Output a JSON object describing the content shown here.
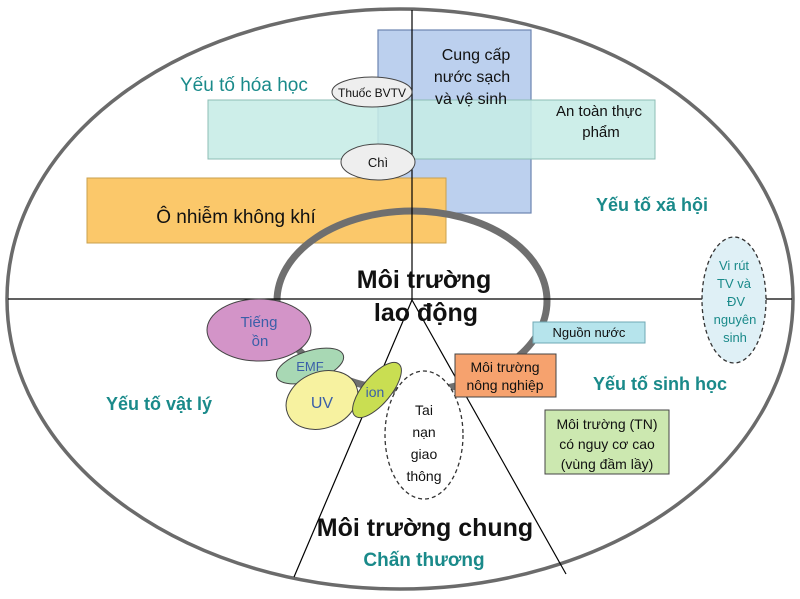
{
  "center": {
    "line1": "Môi trường",
    "line2": "lao động"
  },
  "general_env": "Môi trường chung",
  "injury": "Chấn thương",
  "quadrants": {
    "chemical": "Yếu tố hóa học",
    "social": "Yếu tố xã hội",
    "physical": "Yếu tố vật lý",
    "biological": "Yếu tố sinh học"
  },
  "boxes": {
    "water_supply": [
      "Cung cấp",
      "nước sạch",
      "và vệ sinh"
    ],
    "food_safety": [
      "An toàn thực",
      "phẩm"
    ],
    "air_pollution": "Ô nhiễm không khí",
    "water_source": "Nguồn nước",
    "agri_env": [
      "Môi trường",
      "nông nghiệp"
    ],
    "high_risk_env": [
      "Môi trường (TN)",
      "có nguy cơ cao",
      "(vùng đầm lầy)"
    ]
  },
  "ovals": {
    "pesticide": "Thuốc BVTV",
    "lead": "Chì",
    "noise": [
      "Tiếng",
      "ồn"
    ],
    "emf": "EMF",
    "uv": "UV",
    "ion": "ion",
    "traffic": [
      "Tai",
      "nạn",
      "giao",
      "thông"
    ],
    "virus": [
      "Vi rút",
      "TV và",
      "ĐV",
      "nguyên",
      "sinh"
    ]
  },
  "colors": {
    "teal_text": "#1a8a8a",
    "water_supply_fill": "#bcd0ee",
    "food_safety_fill": "#c6ece6",
    "air_pollution_fill": "#fbc86a",
    "water_source_fill": "#b6e4ec",
    "agri_fill": "#f6a26e",
    "high_risk_fill": "#cce8b0",
    "noise_fill": "#d394c8",
    "emf_fill": "#a8d8b4",
    "uv_fill": "#f7f2a0",
    "ion_fill": "#c9de52",
    "virus_fill": "#dff0f6",
    "oval_grey": "#eeeeee"
  }
}
